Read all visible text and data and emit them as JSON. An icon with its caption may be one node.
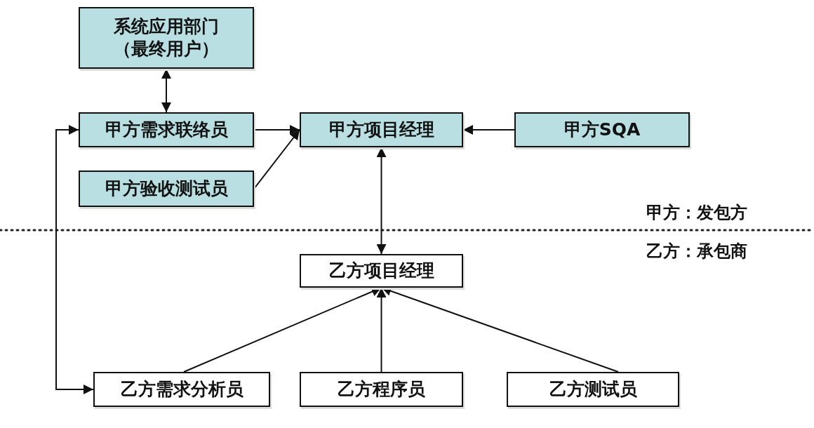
{
  "diagram": {
    "nodes": [
      {
        "text": [
          "系统应用部门（最终用户）"
        ]
      },
      {
        "text": [
          "甲方需求联络员"
        ]
      },
      {
        "text": [
          "甲方项目经理"
        ]
      },
      {
        "text": [
          "甲方SQA"
        ]
      },
      {
        "text": [
          "甲方验收测试员"
        ]
      },
      {
        "text": [
          "乙方项目经理"
        ]
      },
      {
        "text": [
          "乙方需求分析员"
        ]
      },
      {
        "text": [
          "乙方程序员"
        ]
      },
      {
        "text": [
          "乙方测试员"
        ]
      }
    ],
    "edges": [
      {
        "from": 0,
        "to": 1,
        "arrow": "both"
      },
      {
        "from": 1,
        "to": 2,
        "arrow": "to"
      },
      {
        "from": 4,
        "to": 2,
        "arrow": "to"
      },
      {
        "from": 3,
        "to": 2,
        "arrow": "to"
      },
      {
        "from": 2,
        "to": 5,
        "arrow": "both"
      },
      {
        "from": 6,
        "to": 5,
        "arrow": "to"
      },
      {
        "from": 7,
        "to": 5,
        "arrow": "to"
      },
      {
        "from": 8,
        "to": 5,
        "arrow": "to"
      },
      {
        "from": 6,
        "to": 1,
        "arrow": "both"
      }
    ],
    "labels": [
      "甲方：发包方",
      "乙方：承包商"
    ]
  }
}
